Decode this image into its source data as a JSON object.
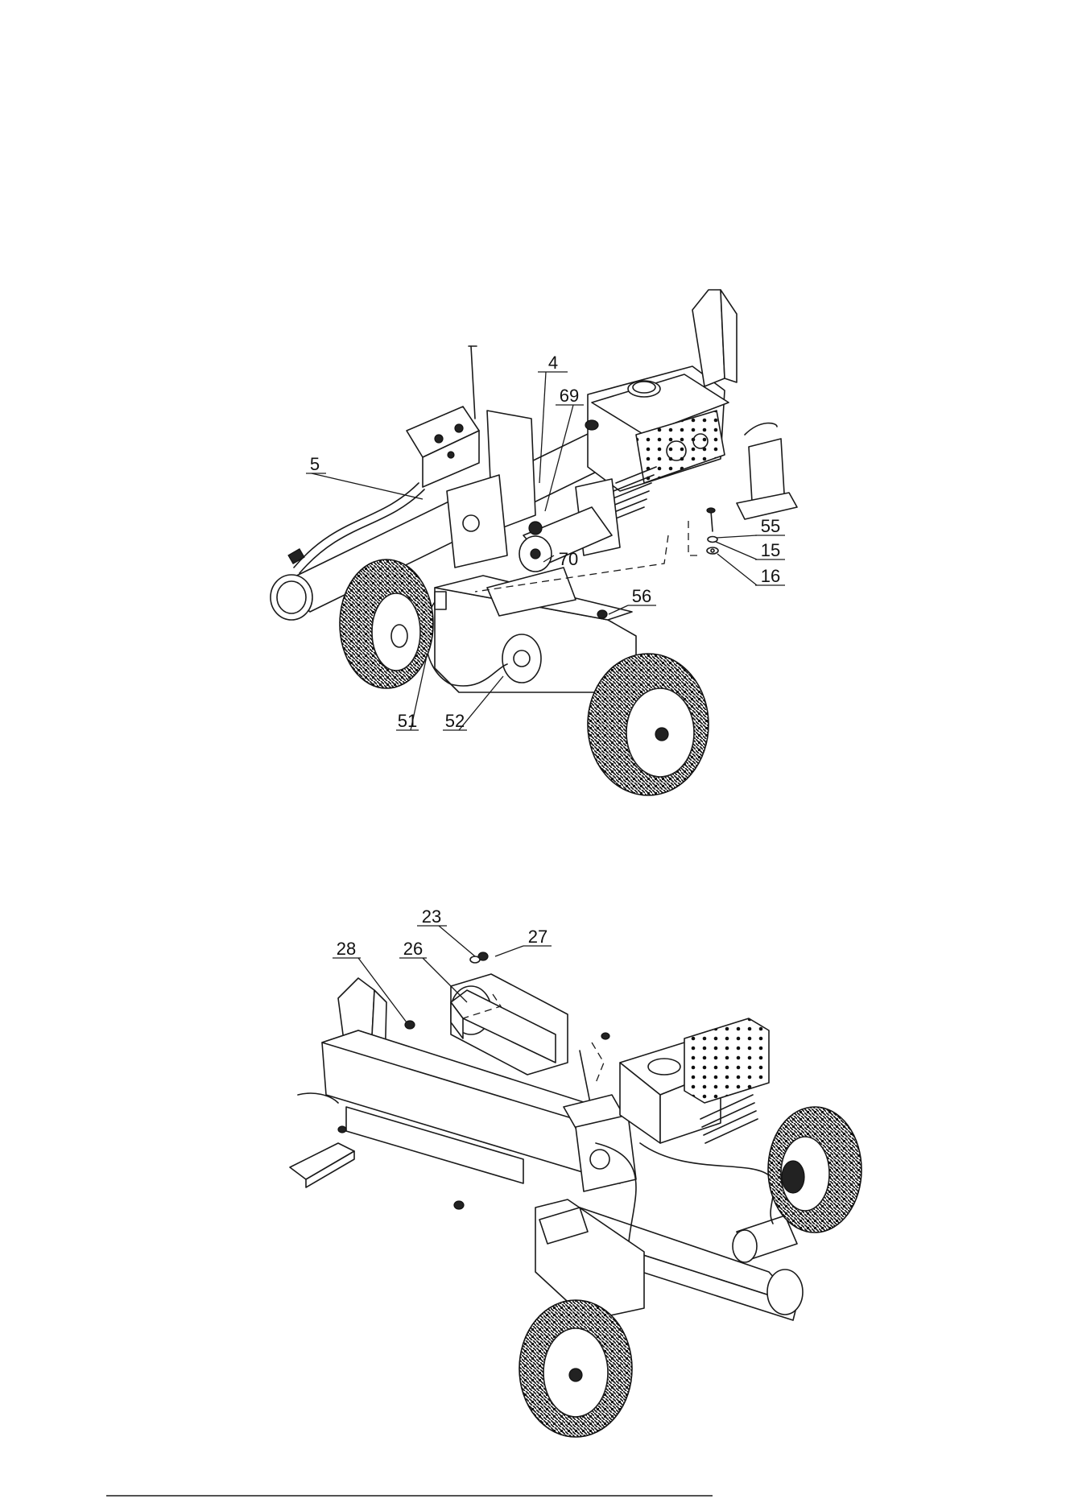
{
  "figure_top": {
    "callouts": [
      {
        "label": "4"
      },
      {
        "label": "69"
      },
      {
        "label": "5"
      },
      {
        "label": "55"
      },
      {
        "label": "15"
      },
      {
        "label": "16"
      },
      {
        "label": "70"
      },
      {
        "label": "56"
      },
      {
        "label": "51"
      },
      {
        "label": "52"
      }
    ]
  },
  "figure_bottom": {
    "callouts": [
      {
        "label": "23"
      },
      {
        "label": "27"
      },
      {
        "label": "28"
      },
      {
        "label": "26"
      }
    ]
  }
}
